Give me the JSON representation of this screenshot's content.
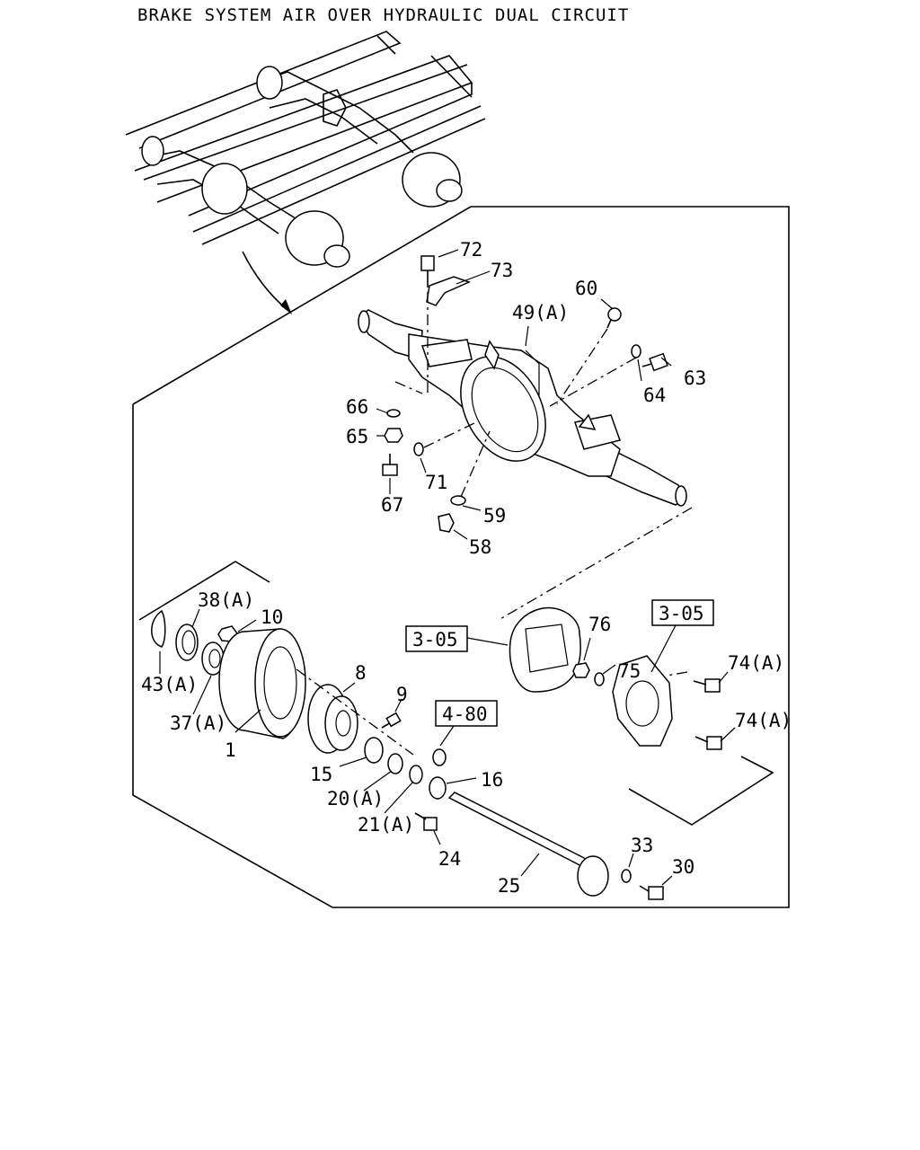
{
  "title": "BRAKE SYSTEM AIR OVER HYDRAULIC DUAL CIRCUIT",
  "callouts": {
    "c72": "72",
    "c73": "73",
    "c60": "60",
    "c49": "49(A)",
    "c63": "63",
    "c64": "64",
    "c66": "66",
    "c65": "65",
    "c71": "71",
    "c67": "67",
    "c59": "59",
    "c58": "58",
    "c38": "38(A)",
    "c10": "10",
    "c43": "43(A)",
    "c37": "37(A)",
    "c1": "1",
    "c8": "8",
    "c9": "9",
    "c15": "15",
    "c20": "20(A)",
    "c21": "21(A)",
    "c16": "16",
    "c24": "24",
    "c25": "25",
    "c33": "33",
    "c30": "30",
    "c76": "76",
    "c75": "75",
    "c74a": "74(A)",
    "c74b": "74(A)"
  },
  "references": {
    "r305a": "3-05",
    "r305b": "3-05",
    "r480": "4-80"
  }
}
